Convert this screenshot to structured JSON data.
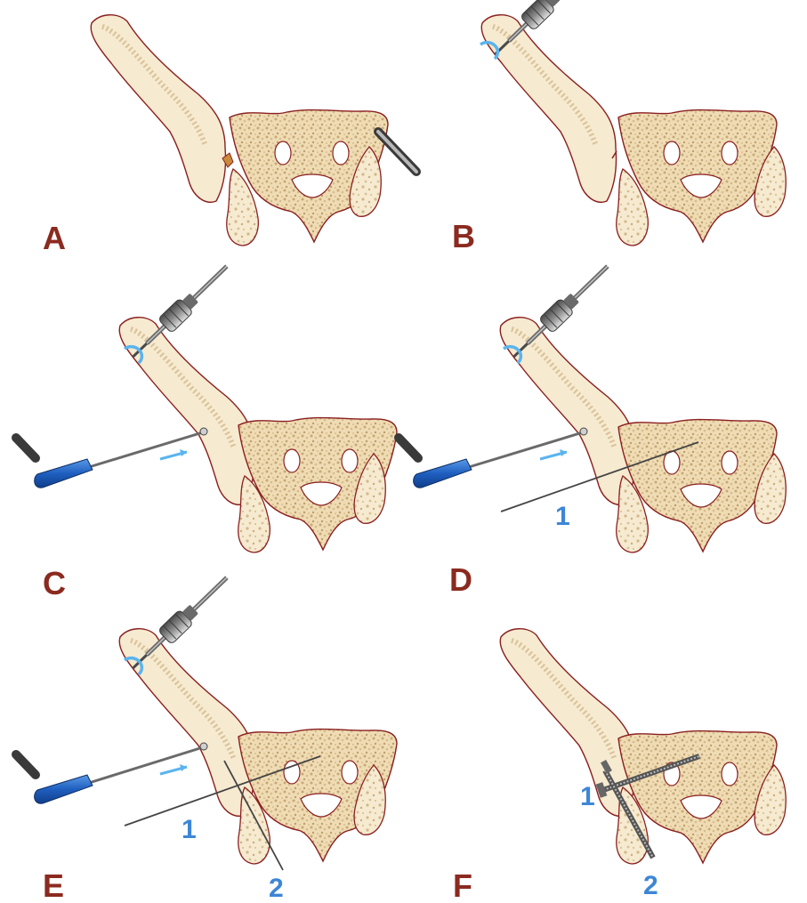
{
  "panels": [
    {
      "id": "A",
      "letter": "A"
    },
    {
      "id": "B",
      "letter": "B"
    },
    {
      "id": "C",
      "letter": "C"
    },
    {
      "id": "D",
      "letter": "D",
      "labels": [
        "1"
      ]
    },
    {
      "id": "E",
      "letter": "E",
      "labels": [
        "1",
        "2"
      ]
    },
    {
      "id": "F",
      "letter": "F",
      "labels": [
        "1",
        "2"
      ]
    }
  ],
  "colors": {
    "bone_fill": "#f6ead0",
    "bone_outline": "#8a1f1f",
    "trabecular": "#d2b88a",
    "letter": "#8b2a1f",
    "wire_label": "#3d86d6",
    "arrow": "#5ab4ee",
    "handle_blue": "#1f5fc0",
    "metal_dark": "#5a5a5a",
    "metal_light": "#b8b8b8"
  },
  "icons": [
    "drill-chuck-icon",
    "t-handle-icon",
    "guide-wire-icon",
    "blue-handle-icon",
    "rotation-arrow-icon",
    "push-arrow-icon",
    "screw-icon"
  ]
}
